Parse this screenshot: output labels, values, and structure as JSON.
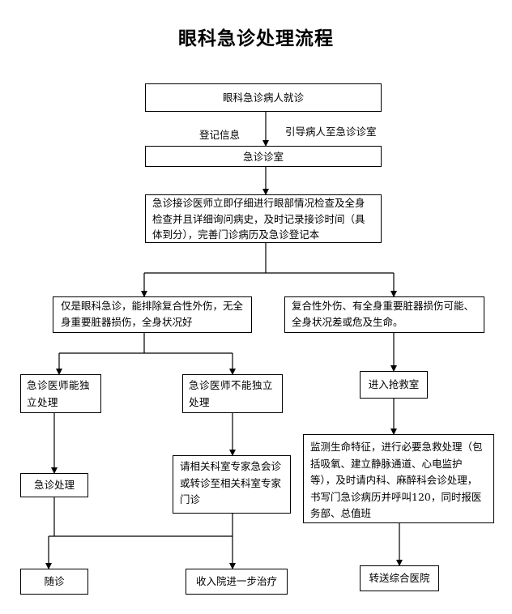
{
  "title": "眼科急诊处理流程",
  "nodes": {
    "visit": "眼科急诊病人就诊",
    "room": "急诊诊室",
    "exam": "急诊接诊医师立即仔细进行眼部情况检查及全身检查并且详细询问病史，及时记录接诊时间（具体到分），完善门诊病历及急诊登记本",
    "eye_only": "仅是眼科急诊，能排除复合性外伤，无全身重要脏器损伤，全身状况好",
    "compound": "复合性外伤、有全身重要脏器损伤可能、全身状况差或危及生命。",
    "can_handle": "急诊医师能独立处理",
    "cannot_handle": "急诊医师不能独立处理",
    "rescue_room": "进入抢救室",
    "emergency_treat": "急诊处理",
    "consult": "请相关科室专家急会诊或转诊至相关科室专家门诊",
    "monitor": "监测生命特征，进行必要急救处理（包括吸氧、建立静脉通道、心电监护等），及时请内科、麻醉科会诊处理，书写门急诊病历并呼叫120，同时报医务部、总值班",
    "followup": "随诊",
    "admit": "收入院进一步治疗",
    "transfer": "转送综合医院"
  },
  "edge_labels": {
    "register": "登记信息",
    "guide": "引导病人至急诊诊室"
  }
}
